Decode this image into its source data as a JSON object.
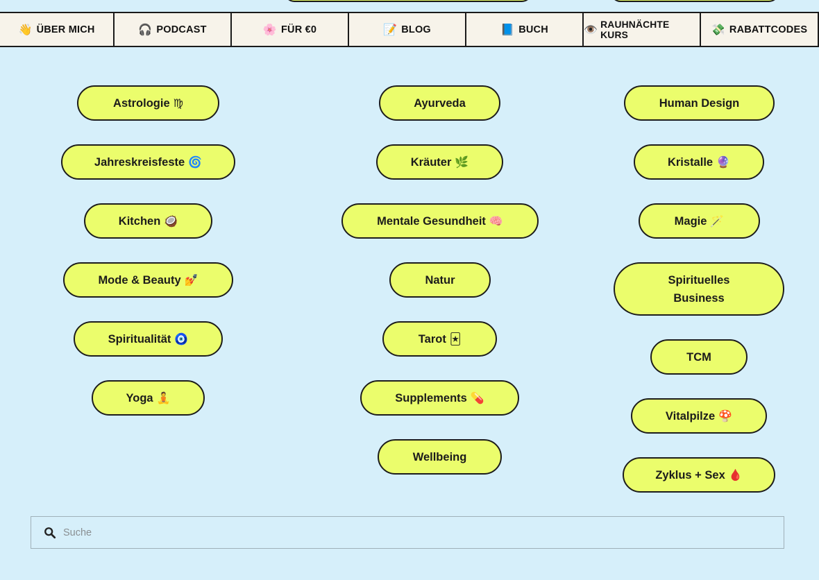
{
  "nav": {
    "items": [
      {
        "emoji": "👋",
        "label": "ÜBER MICH"
      },
      {
        "emoji": "🎧",
        "label": "PODCAST"
      },
      {
        "emoji": "🌸",
        "label": "FÜR €0"
      },
      {
        "emoji": "📝",
        "label": "BLOG"
      },
      {
        "emoji": "📘",
        "label": "BUCH"
      },
      {
        "emoji": "👁️",
        "label": "RAUHNÄCHTE KURS"
      },
      {
        "emoji": "💸",
        "label": "RABATTCODES"
      }
    ]
  },
  "categories": {
    "col1": [
      {
        "label": "Astrologie",
        "emoji": "♍"
      },
      {
        "label": "Jahreskreisfeste",
        "emoji": "🌀"
      },
      {
        "label": "Kitchen",
        "emoji": "🥥"
      },
      {
        "label": "Mode & Beauty",
        "emoji": "💅"
      },
      {
        "label": "Spiritualität",
        "emoji": "🧿"
      },
      {
        "label": "Yoga",
        "emoji": "🧘"
      }
    ],
    "col2": [
      {
        "label": "Ayurveda",
        "emoji": ""
      },
      {
        "label": "Kräuter",
        "emoji": "🌿"
      },
      {
        "label": "Mentale Gesundheit",
        "emoji": "🧠"
      },
      {
        "label": "Natur",
        "emoji": ""
      },
      {
        "label": "Tarot",
        "emoji": "🃏"
      },
      {
        "label": "Supplements",
        "emoji": "💊"
      },
      {
        "label": "Wellbeing",
        "emoji": ""
      }
    ],
    "col3": [
      {
        "label": "Human Design",
        "emoji": ""
      },
      {
        "label": "Kristalle",
        "emoji": "🔮"
      },
      {
        "label": "Magie",
        "emoji": "🪄"
      },
      {
        "label": "Spirituelles Business",
        "emoji": ""
      },
      {
        "label": "TCM",
        "emoji": ""
      },
      {
        "label": "Vitalpilze",
        "emoji": "🍄"
      },
      {
        "label": "Zyklus + Sex",
        "emoji": "🩸"
      }
    ]
  },
  "search": {
    "placeholder": "Suche",
    "value": ""
  },
  "colors": {
    "background": "#d6effa",
    "pill": "#ebfd6c",
    "border": "#1c1c1c",
    "nav_bg": "#f7f3ea"
  }
}
